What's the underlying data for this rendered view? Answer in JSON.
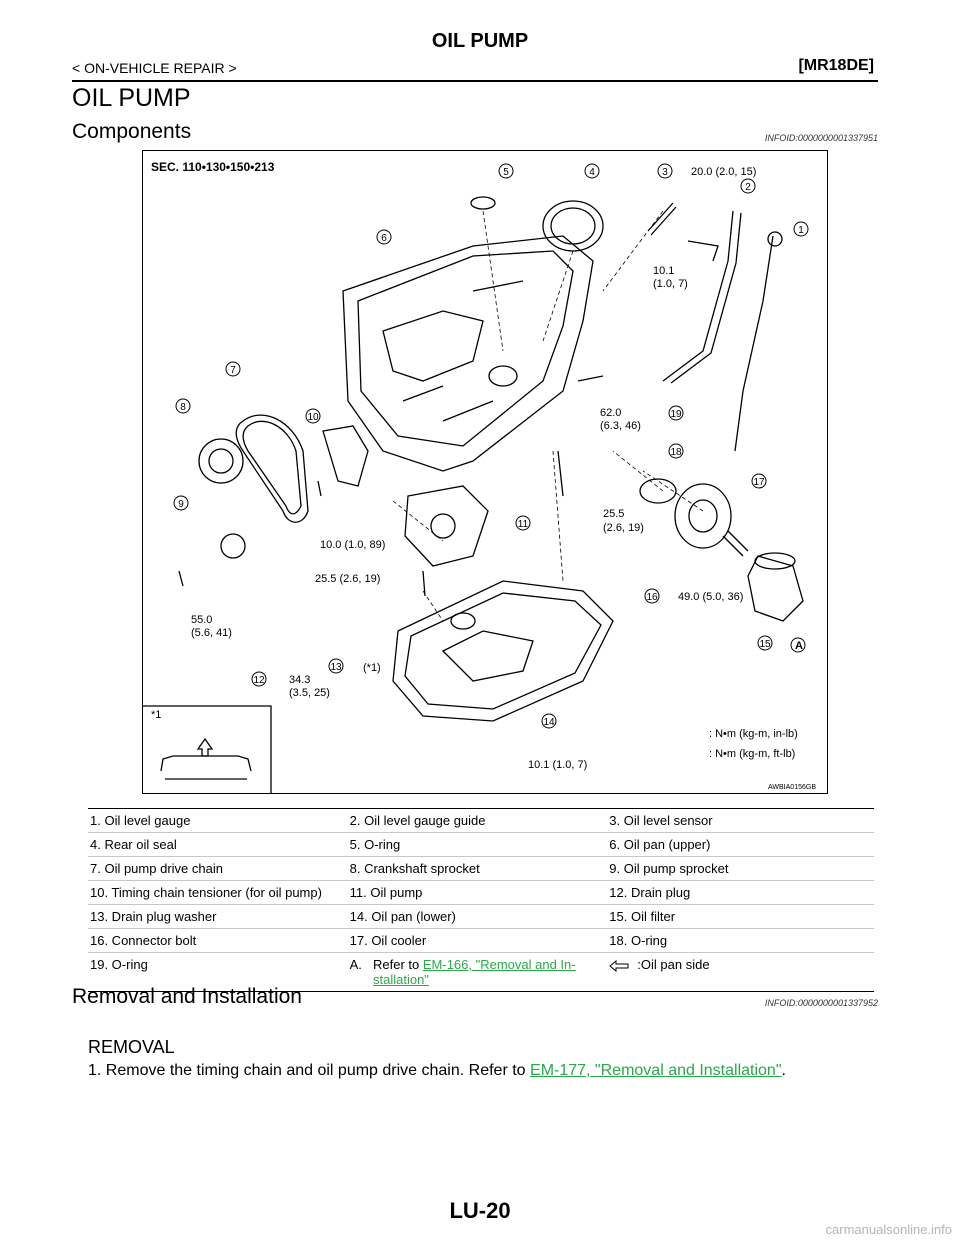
{
  "header": {
    "title": "OIL PUMP",
    "section_left": "< ON-VEHICLE REPAIR >",
    "section_right": "[MR18DE]"
  },
  "page_heading": "OIL PUMP",
  "components": {
    "title": "Components",
    "infoid": "INFOID:0000000001337951",
    "diagram": {
      "sec_label": "SEC. 110•130•150•213",
      "figure_code": "AWBIA0156GB",
      "torques": {
        "t3": "20.0 (2.0, 15)",
        "t10_1a": "10.1",
        "t10_1b": "(1.0, 7)",
        "t62a": "62.0",
        "t62b": "(6.3, 46)",
        "t25a": "25.5",
        "t25b": "(2.6, 19)",
        "t10_0": "10.0 (1.0, 89)",
        "t25_inline": "25.5 (2.6, 19)",
        "t55a": "55.0",
        "t55b": "(5.6, 41)",
        "t34a": "34.3",
        "t34b": "(3.5, 25)",
        "t13": "(*1)",
        "t49": "49.0 (5.0, 36)",
        "t10_1_bottom": "10.1 (1.0, 7)",
        "inset_label": "*1",
        "legend1": ": N•m (kg-m, in-lb)",
        "legend2": ": N•m (kg-m, ft-lb)",
        "refA": "A"
      }
    },
    "parts": [
      [
        "1. Oil level gauge",
        "2. Oil level gauge guide",
        "3. Oil level sensor"
      ],
      [
        "4. Rear oil seal",
        "5. O-ring",
        "6. Oil pan (upper)"
      ],
      [
        "7. Oil pump drive chain",
        "8. Crankshaft sprocket",
        "9. Oil pump sprocket"
      ],
      [
        "10. Timing chain tensioner (for oil pump)",
        "11. Oil pump",
        "12. Drain plug"
      ],
      [
        "13. Drain plug washer",
        "14. Oil pan (lower)",
        "15. Oil filter"
      ],
      [
        "16. Connector bolt",
        "17. Oil cooler",
        "18. O-ring"
      ]
    ],
    "last_row": {
      "c1": "19. O-ring",
      "c2_prefix": "A.",
      "c2_text": "Refer to ",
      "c2_link": "EM-166, \"Removal and In-stallation\"",
      "c3": ":Oil pan side"
    }
  },
  "removal": {
    "title": "Removal and Installation",
    "infoid": "INFOID:0000000001337952",
    "subheading": "REMOVAL",
    "step1_text": "1.  Remove the timing chain and oil pump drive chain. Refer to ",
    "step1_link": "EM-177, \"Removal and Installation\"",
    "step1_end": "."
  },
  "footer": {
    "page": "LU-20"
  },
  "watermark": "carmanualsonline.info"
}
